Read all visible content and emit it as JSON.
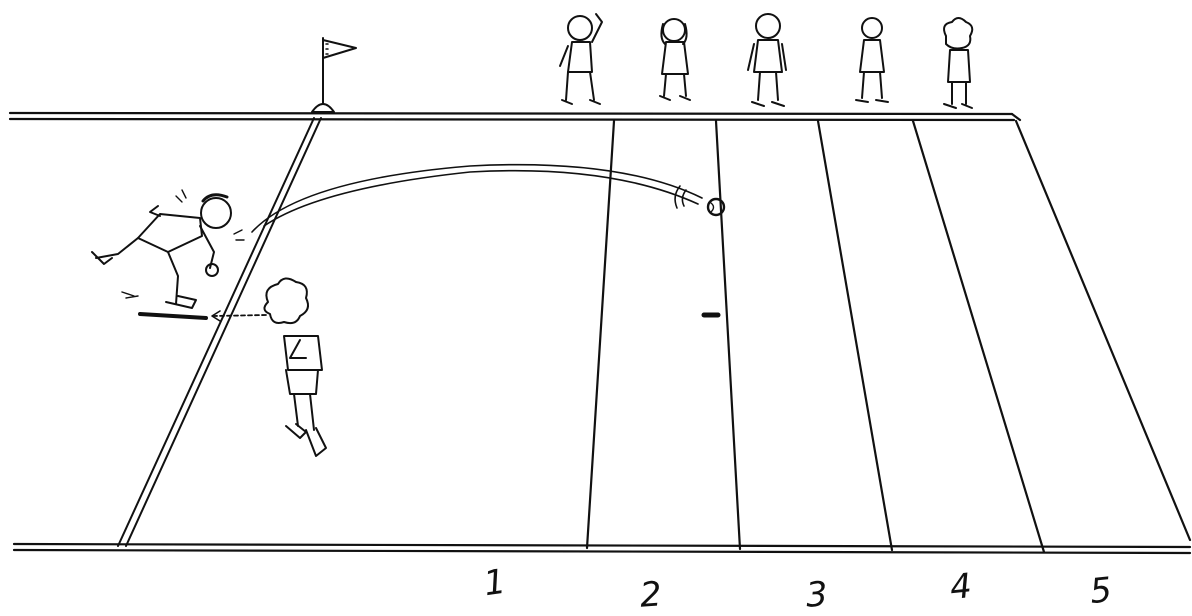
{
  "zones": [
    {
      "label": "1"
    },
    {
      "label": "2"
    },
    {
      "label": "3"
    },
    {
      "label": "4"
    },
    {
      "label": "5"
    }
  ],
  "icons": [
    "flag-icon",
    "ball-icon"
  ],
  "colors": {
    "ink": "#111111",
    "paper": "#ffffff"
  }
}
